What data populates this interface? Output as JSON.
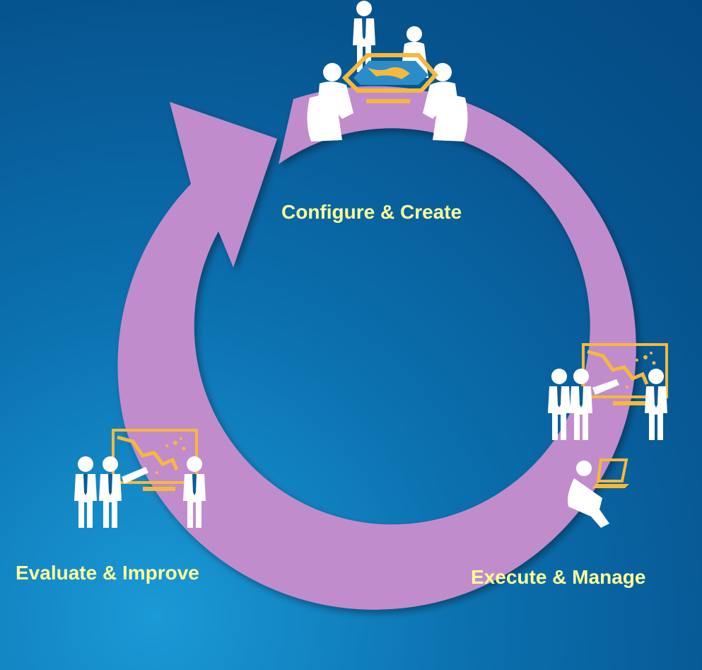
{
  "colors": {
    "background": "#0a6aa8",
    "cycle_arrow": "#c18ccb",
    "label_text": "#ffff99",
    "map_accent": "#f6b93b",
    "figure": "#ffffff"
  },
  "stages": [
    {
      "label": "Configure & Create",
      "icon": "meeting-table-icon"
    },
    {
      "label": "Execute & Manage",
      "icon": "map-presentation-laptop-icon"
    },
    {
      "label": "Evaluate & Improve",
      "icon": "map-presentation-icon"
    }
  ]
}
